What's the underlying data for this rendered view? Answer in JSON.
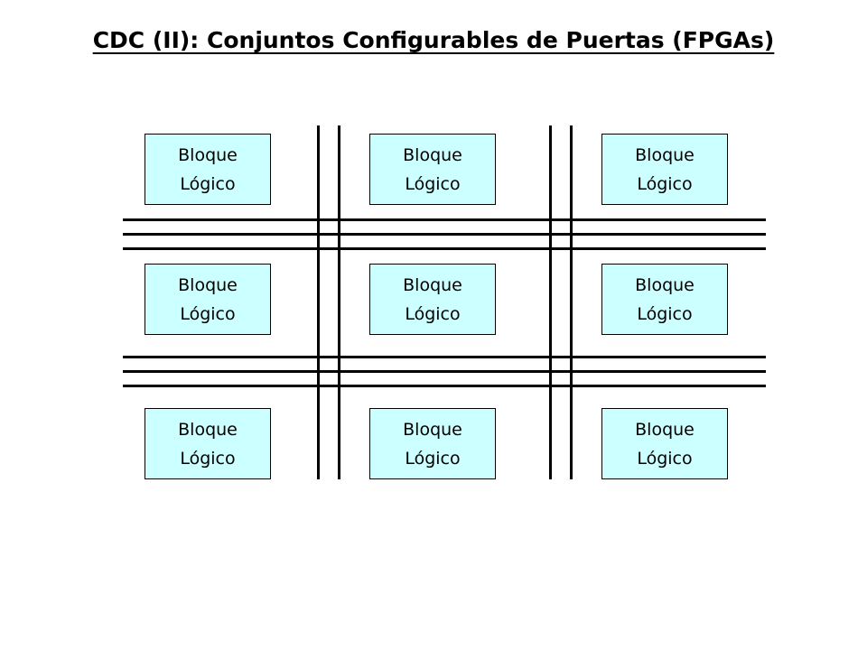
{
  "title": "CDC (II): Conjuntos Configurables de Puertas (FPGAs)",
  "blocks": [
    {
      "line1": "Bloque",
      "line2": "Lógico"
    },
    {
      "line1": "Bloque",
      "line2": "Lógico"
    },
    {
      "line1": "Bloque",
      "line2": "Lógico"
    },
    {
      "line1": "Bloque",
      "line2": "Lógico"
    },
    {
      "line1": "Bloque",
      "line2": "Lógico"
    },
    {
      "line1": "Bloque",
      "line2": "Lógico"
    },
    {
      "line1": "Bloque",
      "line2": "Lógico"
    },
    {
      "line1": "Bloque",
      "line2": "Lógico"
    },
    {
      "line1": "Bloque",
      "line2": "Lógico"
    }
  ],
  "colors": {
    "block_fill": "#ccffff",
    "line": "#000000"
  }
}
